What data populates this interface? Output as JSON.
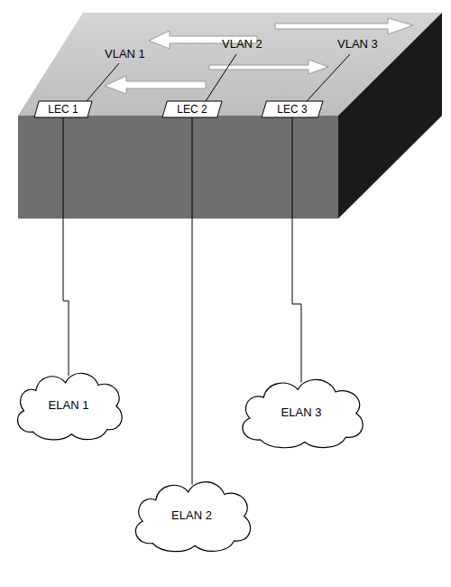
{
  "diagram": {
    "nodes": [
      {
        "text": [
          "LEC 1"
        ]
      },
      {
        "text": [
          "LEC 2"
        ]
      },
      {
        "text": [
          "LEC 3"
        ]
      },
      {
        "text": [
          "ELAN 1"
        ]
      },
      {
        "text": [
          "ELAN 2"
        ]
      },
      {
        "text": [
          "ELAN 3"
        ]
      }
    ],
    "edges": [
      {
        "from": 0,
        "to": 3,
        "arrow": "none"
      },
      {
        "from": 1,
        "to": 4,
        "arrow": "none"
      },
      {
        "from": 2,
        "to": 5,
        "arrow": "none"
      }
    ],
    "labels": [
      "VLAN 1",
      "VLAN 2",
      "VLAN 3"
    ]
  }
}
